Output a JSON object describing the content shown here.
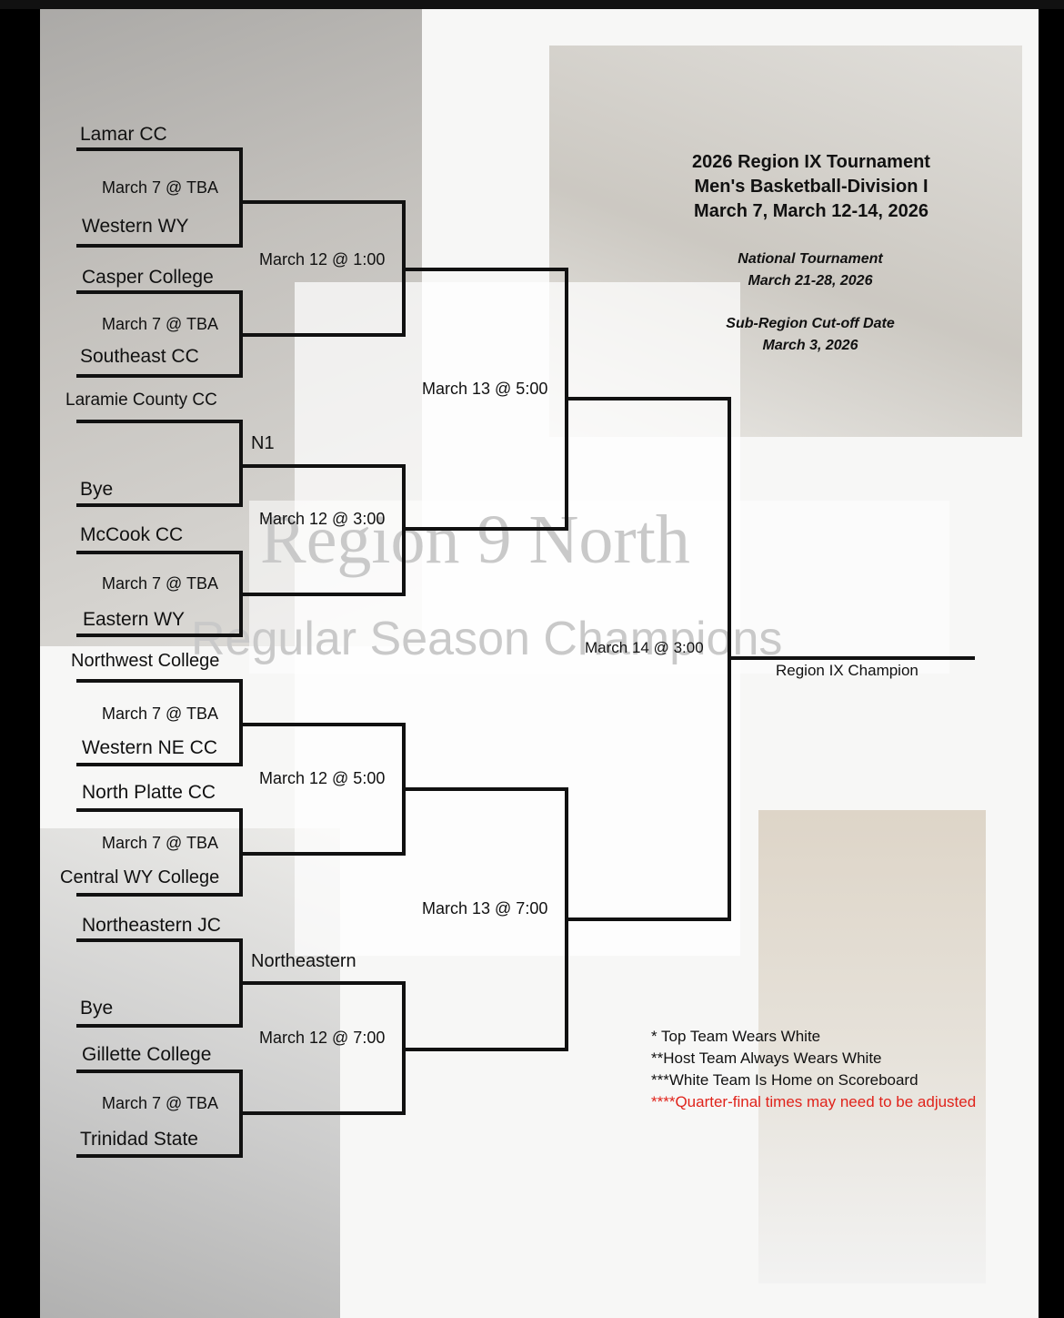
{
  "header": {
    "title_lines": [
      "2026 Region IX Tournament",
      "Men's Basketball-Division I",
      "March 7, March 12-14, 2026"
    ],
    "national_tournament": "National Tournament",
    "national_dates": "March 21-28, 2026",
    "cutoff_label": "Sub-Region Cut-off Date",
    "cutoff_date": "March 3, 2026"
  },
  "watermark": {
    "line1": "Region 9 North",
    "line2": "Regular Season Champions"
  },
  "teams": [
    "Lamar CC",
    "Western WY",
    "Casper College",
    "Southeast CC",
    "Laramie County CC",
    "Bye",
    "McCook CC",
    "Eastern WY",
    "Northwest College",
    "Western NE CC",
    "North Platte CC",
    "Central WY College",
    "Northeastern JC",
    "Bye",
    "Gillette College",
    "Trinidad State"
  ],
  "first_round_games": [
    "March 7 @ TBA",
    "March 7 @ TBA",
    "March 7 @ TBA",
    "March 7 @ TBA",
    "March 7 @ TBA",
    "March 7 @ TBA"
  ],
  "seeds": [
    "N1",
    "Northeastern"
  ],
  "quarterfinals": [
    "March 12 @ 1:00",
    "March 12 @ 3:00",
    "March 12 @ 5:00",
    "March 12 @ 7:00"
  ],
  "semifinals": [
    "March 13 @ 5:00",
    "March 13 @ 7:00"
  ],
  "final": "March 14 @ 3:00",
  "champion_label": "Region IX Champion",
  "notes": [
    "* Top Team Wears White",
    "**Host Team Always Wears White",
    "***White Team Is Home on Scoreboard",
    "****Quarter-final times may need to be adjusted"
  ],
  "colors": {
    "note_alert": "#e0231b",
    "line": "#111111"
  }
}
